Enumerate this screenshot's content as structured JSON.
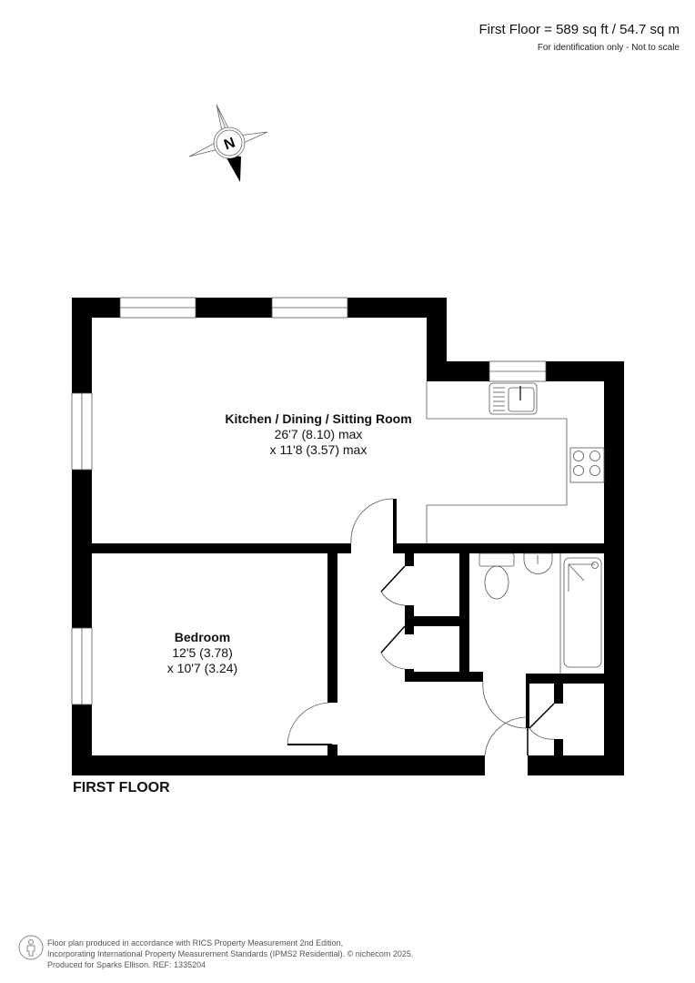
{
  "header": {
    "area_summary": "First Floor = 589 sq ft / 54.7 sq m",
    "disclaimer": "For identification only - Not to scale"
  },
  "compass": {
    "icon": "north-compass-icon",
    "label": "N"
  },
  "rooms": [
    {
      "name": "Kitchen / Dining / Sitting Room",
      "dim1": "26'7 (8.10) max",
      "dim2": "x 11'8 (3.57) max"
    },
    {
      "name": "Bedroom",
      "dim1": "12'5 (3.78)",
      "dim2": "x 10'7 (3.24)"
    }
  ],
  "fixtures": [
    "kitchen-sink-icon",
    "hob-icon",
    "toilet-icon",
    "wash-basin-icon",
    "bathtub-icon"
  ],
  "floor_label": "FIRST FLOOR",
  "footer": {
    "line1": "Floor plan produced in accordance with RICS Property Measurement 2nd Edition,",
    "line2": "Incorporating International Property Measurement Standards (IPMS2 Residential).   © nichecom 2025.",
    "line3": "Produced for Sparks Ellison.   REF: 1335204"
  },
  "colors": {
    "wall": "#000000",
    "line": "#555555",
    "background": "#ffffff"
  }
}
